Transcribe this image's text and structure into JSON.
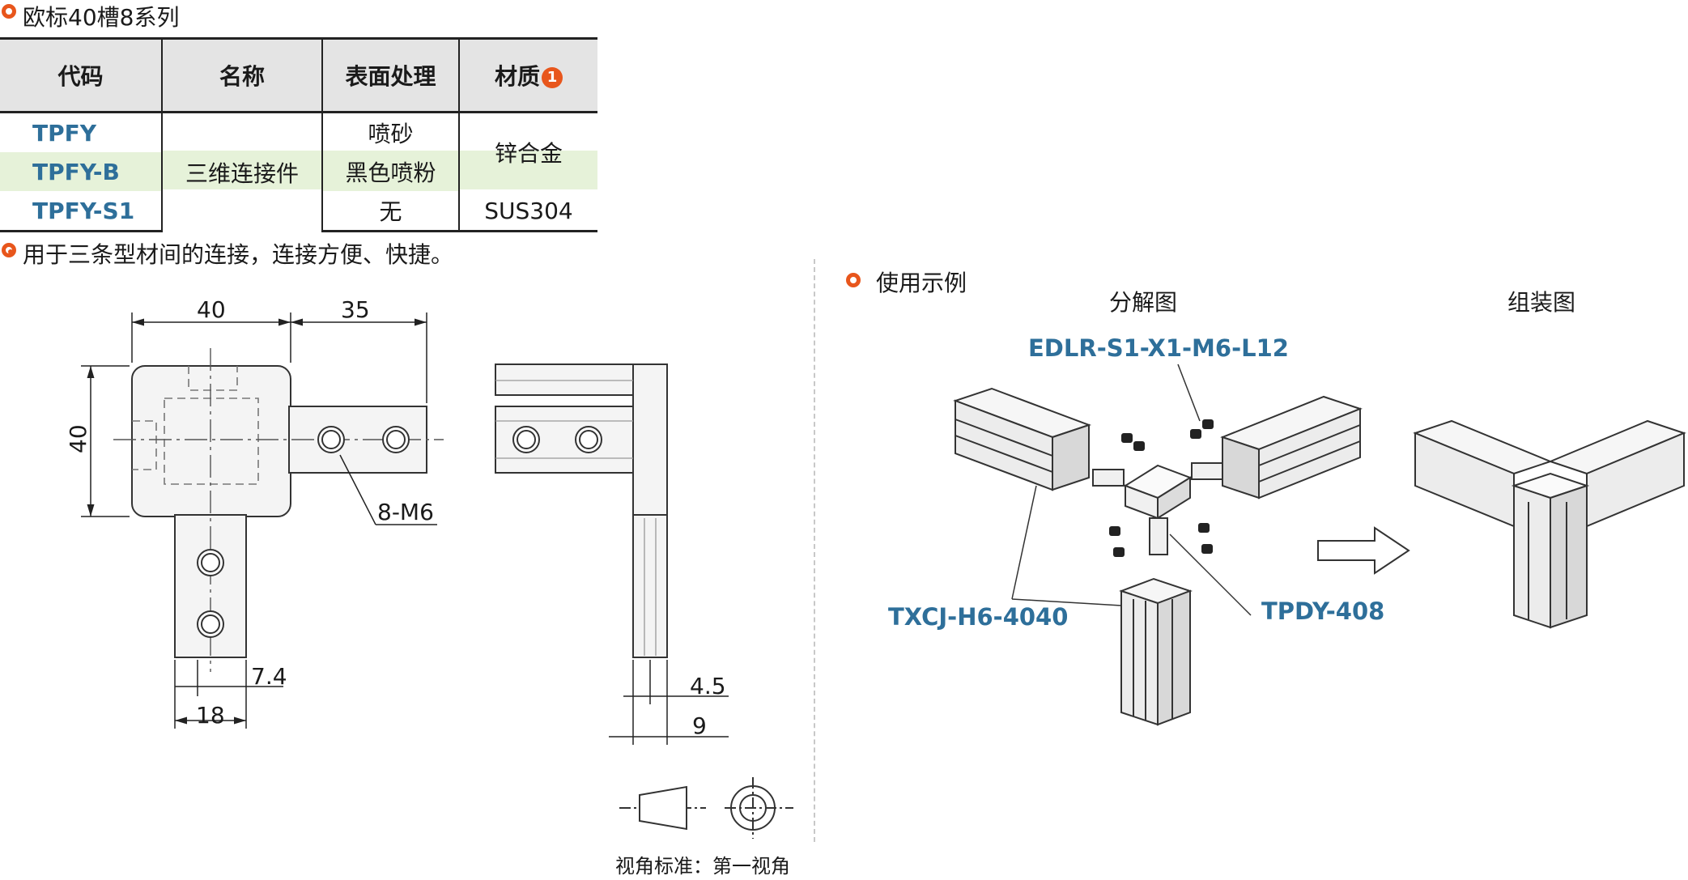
{
  "header": {
    "title": "欧标40槽8系列"
  },
  "table": {
    "columns": [
      "代码",
      "名称",
      "表面处理",
      "材质"
    ],
    "material_note_badge": "1",
    "rows": [
      {
        "code": "TPFY",
        "surface": "喷砂"
      },
      {
        "code": "TPFY-B",
        "surface": "黑色喷粉"
      },
      {
        "code": "TPFY-S1",
        "surface": "无"
      }
    ],
    "name_merged": "三维连接件",
    "material_zinc": "锌合金",
    "material_sus": "SUS304"
  },
  "note": {
    "text": "用于三条型材间的连接，连接方便、快捷。"
  },
  "drawing": {
    "dims": {
      "width_top_left": "40",
      "width_top_right": "35",
      "height_left": "40",
      "hole_spec": "8-M6",
      "leg_offset": "7.4",
      "leg_width": "18",
      "side_thickness_a": "4.5",
      "side_thickness_b": "9"
    },
    "view_standard": "视角标准：第一视角"
  },
  "usage": {
    "title": "使用示例",
    "exploded_label": "分解图",
    "assembled_label": "组装图",
    "callouts": {
      "screw": "EDLR-S1-X1-M6-L12",
      "profile": "TXCJ-H6-4040",
      "connector": "TPDY-408"
    }
  },
  "colors": {
    "accent": "#e8561c",
    "code_blue": "#2e6f9a",
    "highlight": "#e6f2d9"
  }
}
